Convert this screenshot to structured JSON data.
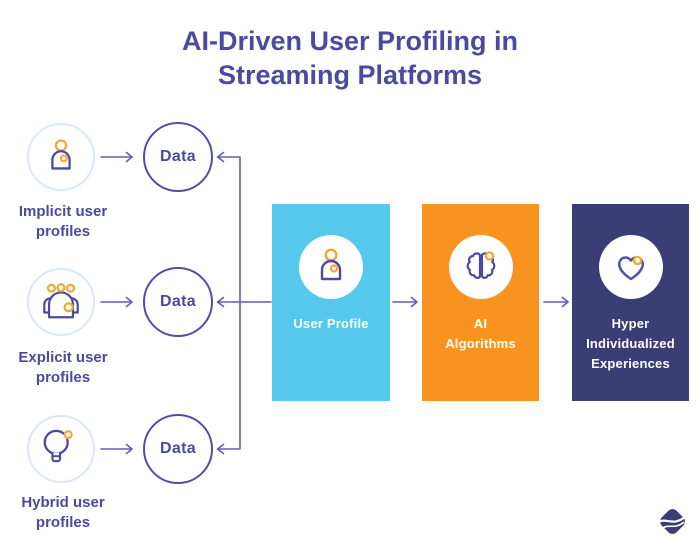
{
  "title": {
    "line1": "AI-Driven User Profiling in",
    "line2": "Streaming Platforms"
  },
  "sources": [
    {
      "label": "Implicit user profiles",
      "icon": "implicit-user-icon",
      "node_label": "Data"
    },
    {
      "label": "Explicit user profiles",
      "icon": "explicit-users-icon",
      "node_label": "Data"
    },
    {
      "label": "Hybrid user profiles",
      "icon": "hybrid-lightbulb-icon",
      "node_label": "Data"
    }
  ],
  "pipeline": [
    {
      "label": "User Profile",
      "icon": "user-profile-icon",
      "color": "#55c8ec"
    },
    {
      "label": "AI Algorithms",
      "icon": "ai-brain-icon",
      "color": "#f7931e"
    },
    {
      "label": "Hyper Individualized Experiences",
      "icon": "heart-icon",
      "color": "#3a3e75"
    }
  ],
  "logo": "swirl-logo-icon",
  "colors": {
    "title_text": "#4b49a0",
    "connector_lines": "#615eb4",
    "data_node_border": "#504ea6",
    "source_ring": "#d9e7f8",
    "accent_orange": "#f2a72f",
    "icon_purple": "#4b49a0",
    "heart_purple": "#4d53ad",
    "box_cyan": "#55c8ec",
    "box_orange": "#f7931e",
    "box_navy": "#3a3e75"
  }
}
